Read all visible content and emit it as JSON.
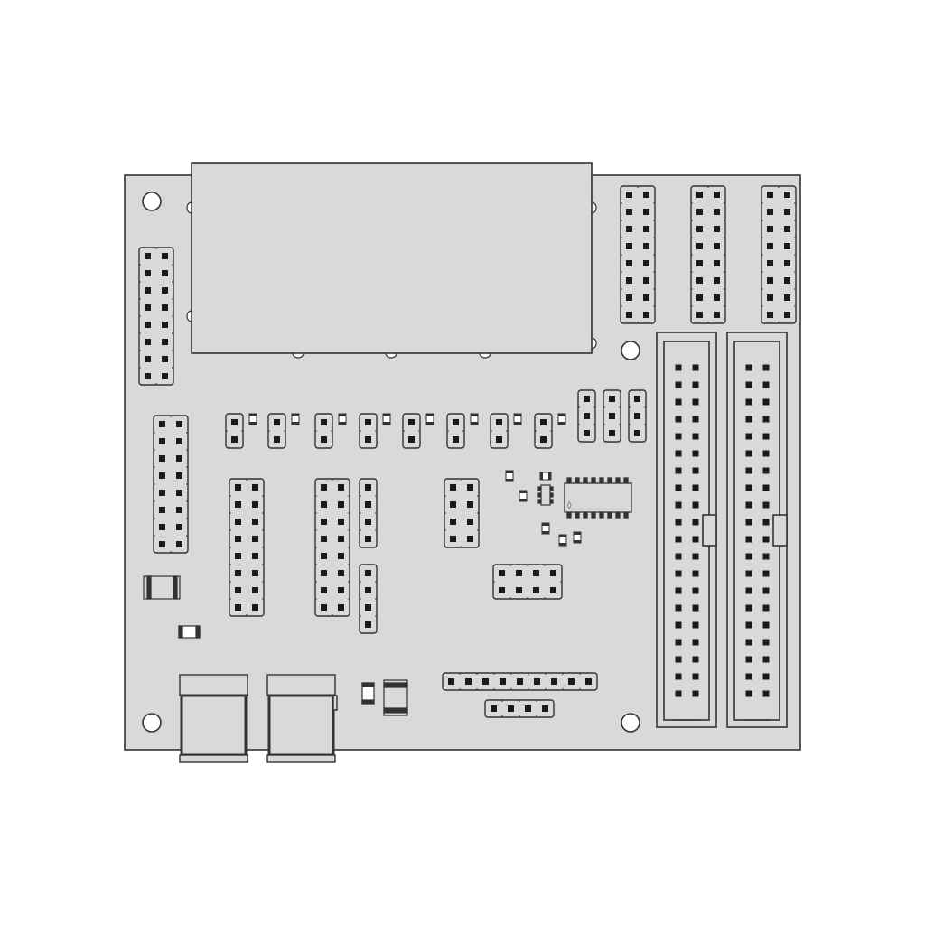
{
  "colors": {
    "background": "#ffffff",
    "board_fill": "#d9d9d9",
    "outline": "#333333",
    "pin": "#1a1a1a",
    "hole_fill": "#ffffff"
  },
  "parts": {
    "mounting_holes": 4,
    "relay_module": 1,
    "pin_headers_2col_top_right": 3,
    "ribbon_connectors_40pin": 2,
    "usb_connectors": 2,
    "jumper_pairs": 8,
    "ic_chips_soic": 2
  }
}
